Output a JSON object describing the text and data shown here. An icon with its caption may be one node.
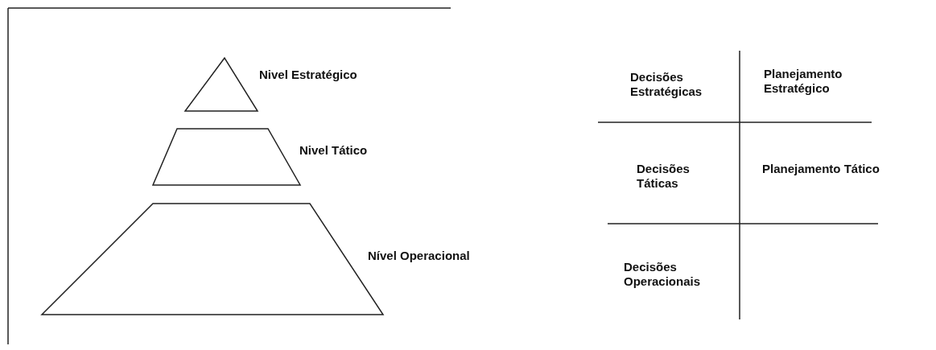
{
  "diagram": {
    "nodes": [
      {
        "text": [
          "Nivel Estratégico"
        ]
      },
      {
        "text": [
          "Nivel Tático"
        ]
      },
      {
        "text": [
          "Nível Operacional"
        ]
      }
    ],
    "labels": [
      "Decisões Estratégicas",
      "Planejamento Estratégico",
      "Decisões Táticas",
      "Planejamento Tático",
      "Decisões Operacionais"
    ]
  }
}
